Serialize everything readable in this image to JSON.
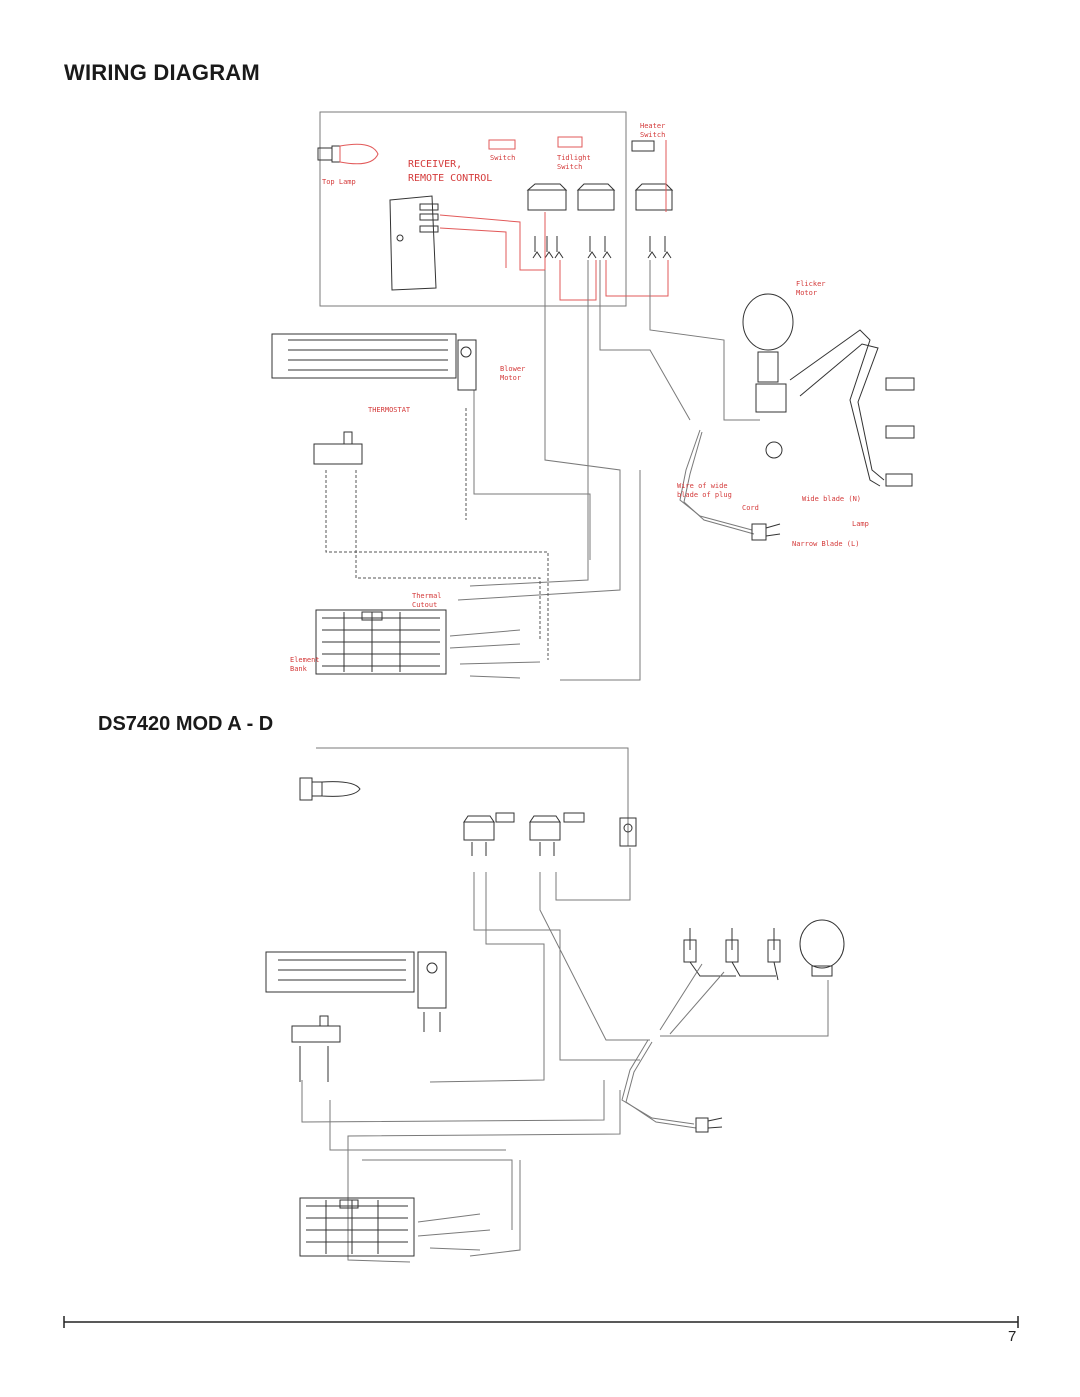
{
  "page": {
    "title": "WIRING DIAGRAM",
    "subtitle": "DS7420 MOD A - D",
    "page_number": "7"
  },
  "diagram1": {
    "labels": {
      "top_lamp": "Top Lamp",
      "receiver_1": "RECEIVER,",
      "receiver_2": "REMOTE CONTROL",
      "switch": "Switch",
      "tidlight_1": "Tidlight",
      "tidlight_2": "Switch",
      "heater_1": "Heater",
      "heater_2": "Switch",
      "flicker_1": "Flicker",
      "flicker_2": "Motor",
      "blower_1": "Blower",
      "blower_2": "Motor",
      "thermostat": "THERMOSTAT",
      "wire_wide_1": "Wire of wide",
      "wire_wide_2": "blade of plug",
      "cord": "Cord",
      "wide_blade": "Wide blade (N)",
      "narrow_blade": "Narrow Blade (L)",
      "lamp": "Lamp",
      "thermal_1": "Thermal",
      "thermal_2": "Cutout",
      "element_1": "Element",
      "element_2": "Bank"
    }
  },
  "colors": {
    "line": "#333333",
    "wire": "#7a7a7a",
    "accent_wire": "#e25a5a",
    "label": "#d43a3a"
  }
}
